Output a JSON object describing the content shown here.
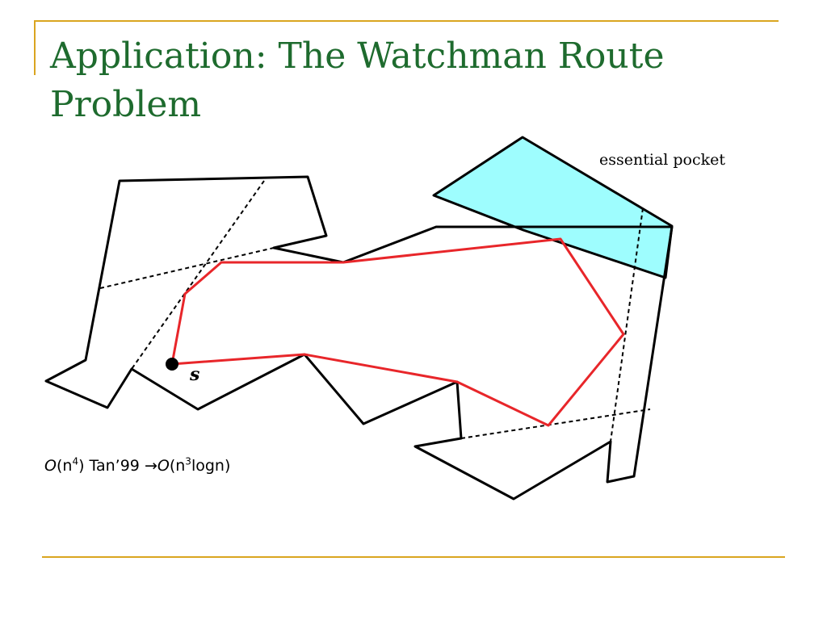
{
  "slide": {
    "title": "Application: The Watchman Route Problem",
    "accent_color": "#DAA520",
    "title_color": "#1E6B2E"
  },
  "diagram": {
    "annotation_label": "essential pocket",
    "start_label": "s",
    "polygon_color": "#000000",
    "route_color": "#E8262A",
    "pocket_color": "#9EFDFE"
  },
  "complexity": {
    "o1": "O",
    "n1": "(n",
    "e1": "4",
    "mid": ") Tan’99 ",
    "arrow": "→",
    "o2": "O",
    "n2": "(n",
    "e2": "3",
    "tail": "logn)"
  }
}
